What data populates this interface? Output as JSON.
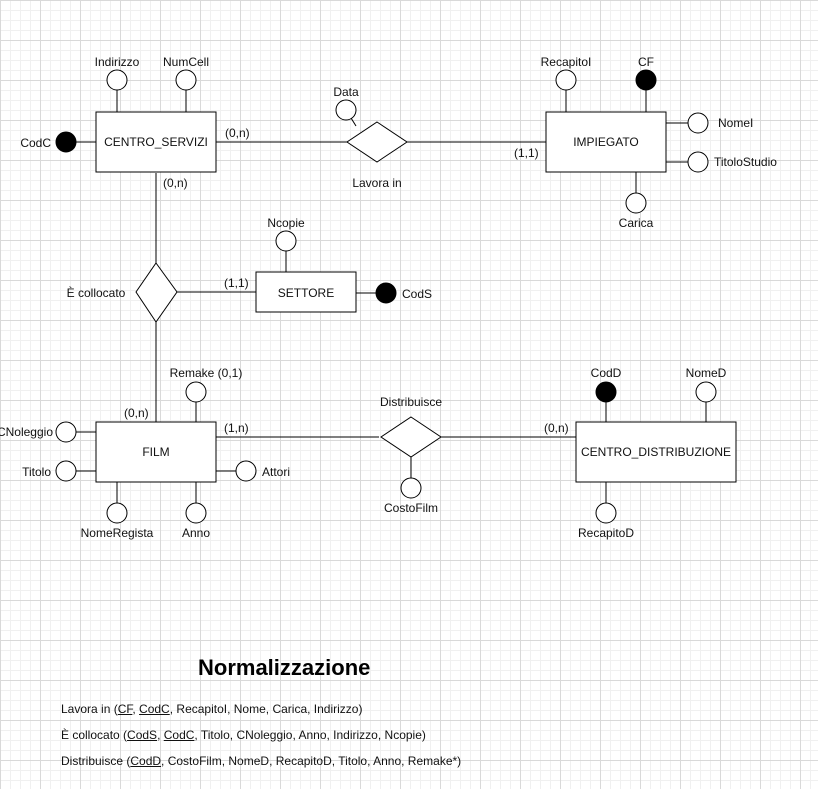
{
  "entities": {
    "centro_servizi": "CENTRO_SERVIZI",
    "impiegato": "IMPIEGATO",
    "settore": "SETTORE",
    "film": "FILM",
    "centro_distribuzione": "CENTRO_DISTRIBUZIONE"
  },
  "relationships": {
    "lavora_in": "Lavora in",
    "e_collocato": "È collocato",
    "distribuisce": "Distribuisce"
  },
  "attributes": {
    "indirizzo": "Indirizzo",
    "numcell": "NumCell",
    "codc": "CodC",
    "data": "Data",
    "recapitoi": "RecapitoI",
    "cf": "CF",
    "nomei": "NomeI",
    "titolostudio": "TitoloStudio",
    "carica": "Carica",
    "ncopie": "Ncopie",
    "cods": "CodS",
    "remake": "Remake (0,1)",
    "cnoleggio": "CNoleggio",
    "titolo": "Titolo",
    "attori": "Attori",
    "nomeregista": "NomeRegista",
    "anno": "Anno",
    "costofilm": "CostoFilm",
    "codd": "CodD",
    "nomed": "NomeD",
    "recapitod": "RecapitoD"
  },
  "cardinalities": {
    "cs_lavora": "(0,n)",
    "imp_lavora": "(1,1)",
    "cs_collocato": "(0,n)",
    "settore_collocato": "(1,1)",
    "film_collocato": "(0,n)",
    "film_distribuisce": "(1,n)",
    "cd_distribuisce": "(0,n)"
  },
  "normalizzazione": {
    "title": "Normalizzazione",
    "lines": [
      {
        "rel": "Lavora in (",
        "keys": [
          "CF",
          "CodC"
        ],
        "rest": ", RecapitoI, Nome, Carica, Indirizzo)"
      },
      {
        "rel": "È collocato (",
        "keys": [
          "CodS",
          "CodC"
        ],
        "rest": ", Titolo, CNoleggio, Anno, Indirizzo, Ncopie)"
      },
      {
        "rel": "Distribuisce (",
        "keys": [
          "CodD"
        ],
        "rest": ", CostoFilm, NomeD, RecapitoD, Titolo, Anno, Remake*)"
      }
    ]
  }
}
